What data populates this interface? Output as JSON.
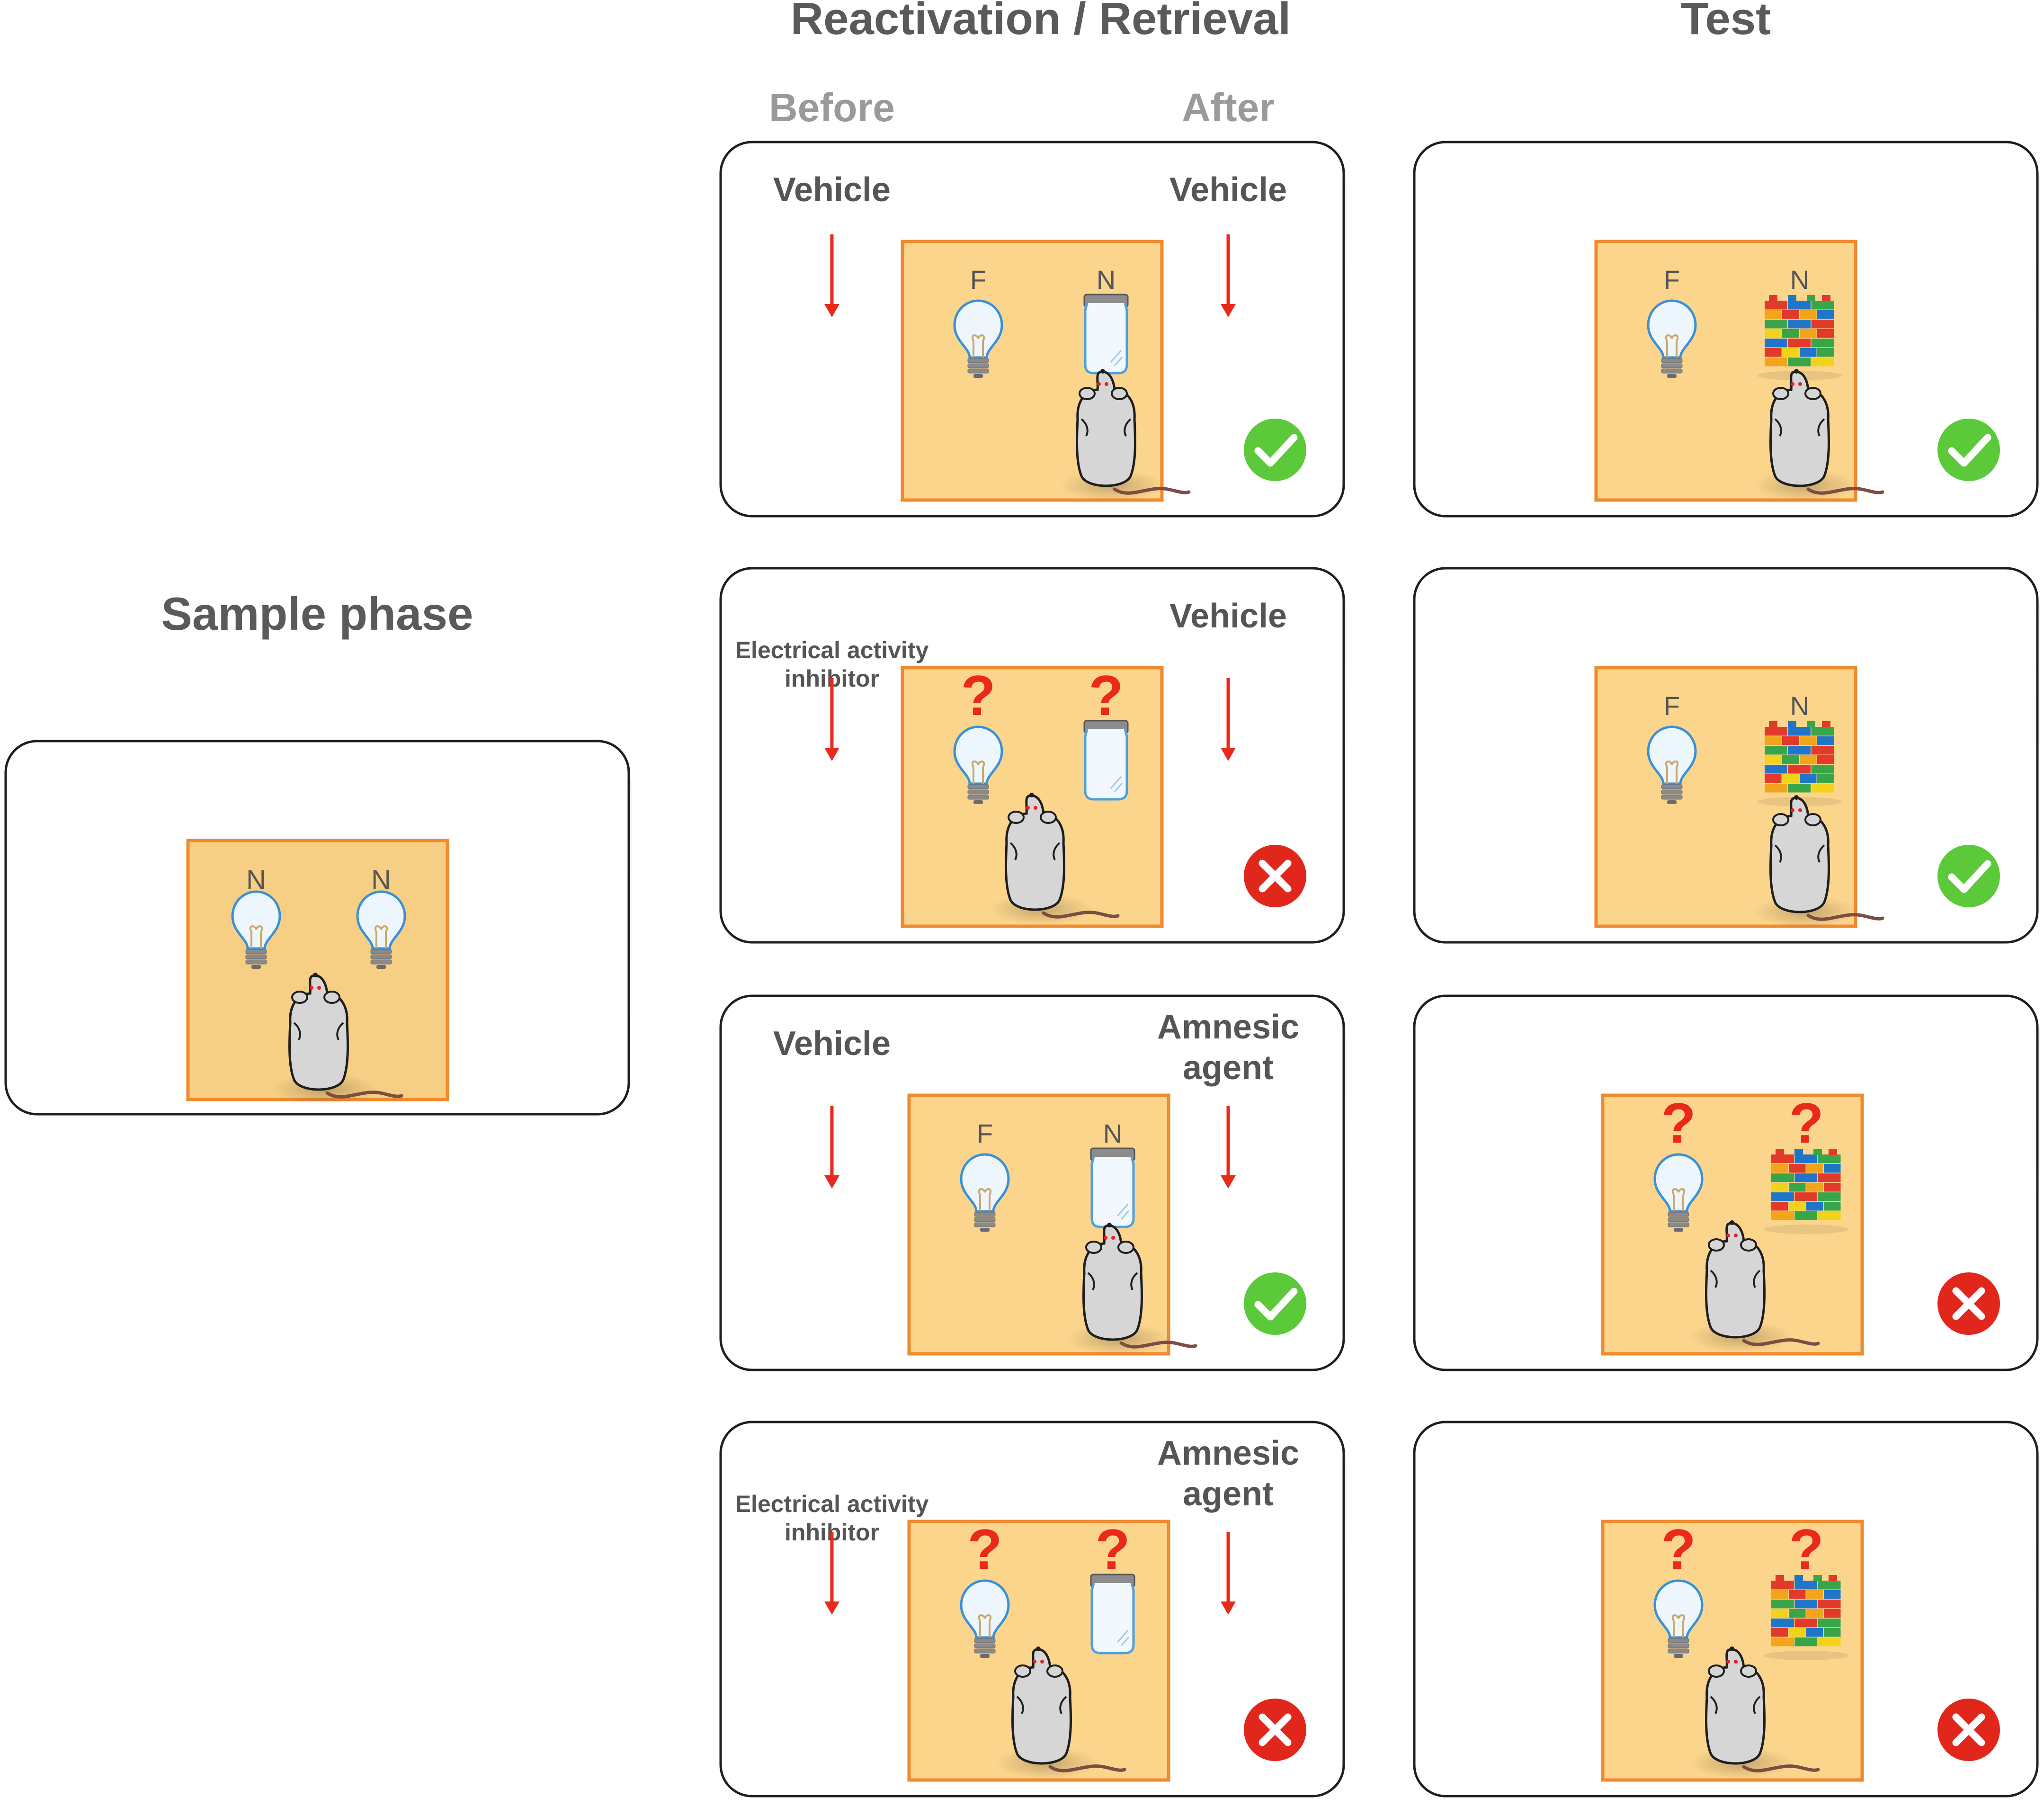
{
  "headers": {
    "sample": "Sample phase",
    "reactivation": "Reactivation / Retrieval",
    "test": "Test",
    "before": "Before",
    "after": "After"
  },
  "sample": {
    "left_label": "N",
    "right_label": "N",
    "left_object": "bulb",
    "right_object": "bulb"
  },
  "conditions": [
    {
      "before": [
        "Vehicle"
      ],
      "after": [
        "Vehicle"
      ],
      "reactivation": {
        "left_label": "F",
        "right_label": "N",
        "left_query": false,
        "right_query": false,
        "result": "check"
      },
      "test": {
        "left_label": "F",
        "right_label": "N",
        "left_query": false,
        "right_query": false,
        "result": "check"
      }
    },
    {
      "before": [
        "Electrical activity",
        "inhibitor"
      ],
      "after": [
        "Vehicle"
      ],
      "reactivation": {
        "left_label": "",
        "right_label": "",
        "left_query": true,
        "right_query": true,
        "result": "cross"
      },
      "test": {
        "left_label": "F",
        "right_label": "N",
        "left_query": false,
        "right_query": false,
        "result": "check"
      }
    },
    {
      "before": [
        "Vehicle"
      ],
      "after": [
        "Amnesic",
        "agent"
      ],
      "reactivation": {
        "left_label": "F",
        "right_label": "N",
        "left_query": false,
        "right_query": false,
        "result": "check"
      },
      "test": {
        "left_label": "",
        "right_label": "",
        "left_query": true,
        "right_query": true,
        "result": "cross"
      }
    },
    {
      "before": [
        "Electrical activity",
        "inhibitor"
      ],
      "after": [
        "Amnesic",
        "agent"
      ],
      "reactivation": {
        "left_label": "",
        "right_label": "",
        "left_query": true,
        "right_query": true,
        "result": "cross"
      },
      "test": {
        "left_label": "",
        "right_label": "",
        "left_query": true,
        "right_query": true,
        "result": "cross"
      }
    }
  ],
  "objects": {
    "familiar": "bulb",
    "reactivation_novel": "jar",
    "test_novel": "blocks"
  },
  "colors": {
    "arena_fill": "#fcd58c",
    "arena_fill_sample": "#f6cf84",
    "arena_border": "#ef8a2e",
    "header_text": "#5a5a5a",
    "subheader_text": "#9a9a9a",
    "arrow": "#e8291c",
    "check": "#5cc93b",
    "cross": "#e1261c",
    "question": "#e8291c",
    "bulb_outline": "#3a8fd8",
    "jar_outline": "#4da0e0"
  },
  "icons": [
    "lightbulb-icon",
    "jar-icon",
    "toy-blocks-icon",
    "mouse-icon",
    "checkmark-icon",
    "cross-icon",
    "question-mark-icon",
    "down-arrow-icon"
  ]
}
